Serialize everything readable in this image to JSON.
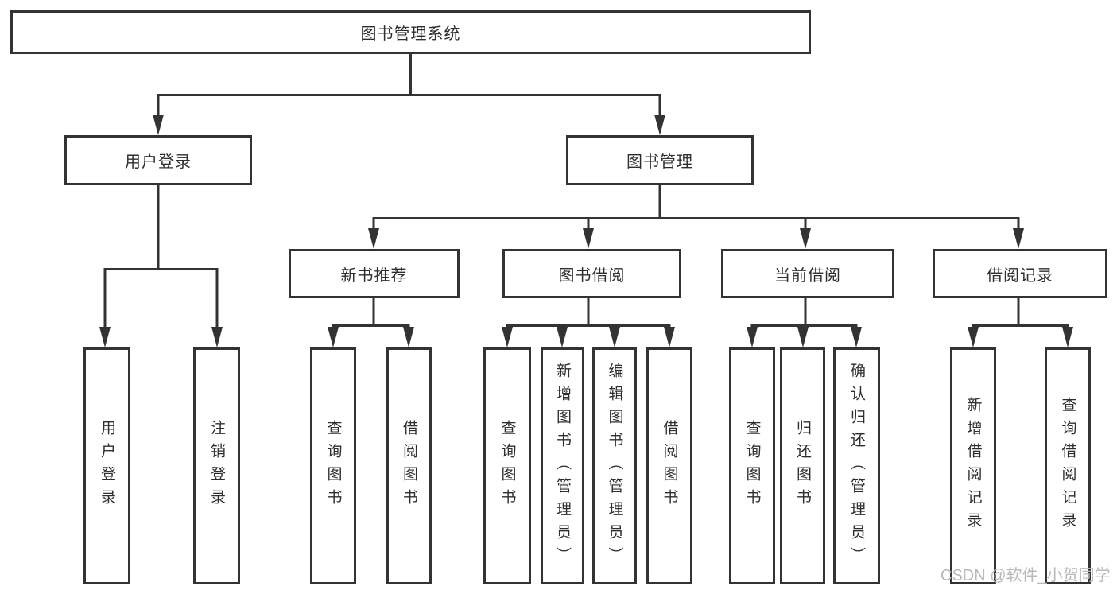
{
  "colors": {
    "line": "#333333",
    "box_border": "#333333",
    "box_fill": "#ffffff",
    "text": "#2e2e2e",
    "watermark": "#b9b9b9",
    "background": "#ffffff"
  },
  "watermark": {
    "text": "CSDN @软件_小贺同学"
  },
  "tree": {
    "root": {
      "label": "图书管理系统"
    },
    "branches": [
      {
        "label": "用户登录",
        "children": [
          {
            "label": "用户登录"
          },
          {
            "label": "注销登录"
          }
        ]
      },
      {
        "label": "图书管理",
        "groups": [
          {
            "label": "新书推荐",
            "children": [
              {
                "label": "查询图书"
              },
              {
                "label": "借阅图书"
              }
            ]
          },
          {
            "label": "图书借阅",
            "children": [
              {
                "label": "查询图书"
              },
              {
                "label": "新增图书（管理员）"
              },
              {
                "label": "编辑图书（管理员）"
              },
              {
                "label": "借阅图书"
              }
            ]
          },
          {
            "label": "当前借阅",
            "children": [
              {
                "label": "查询图书"
              },
              {
                "label": "归还图书"
              },
              {
                "label": "确认归还（管理员）"
              }
            ]
          },
          {
            "label": "借阅记录",
            "children": [
              {
                "label": "新增借阅记录"
              },
              {
                "label": "查询借阅记录"
              }
            ]
          }
        ]
      }
    ]
  }
}
